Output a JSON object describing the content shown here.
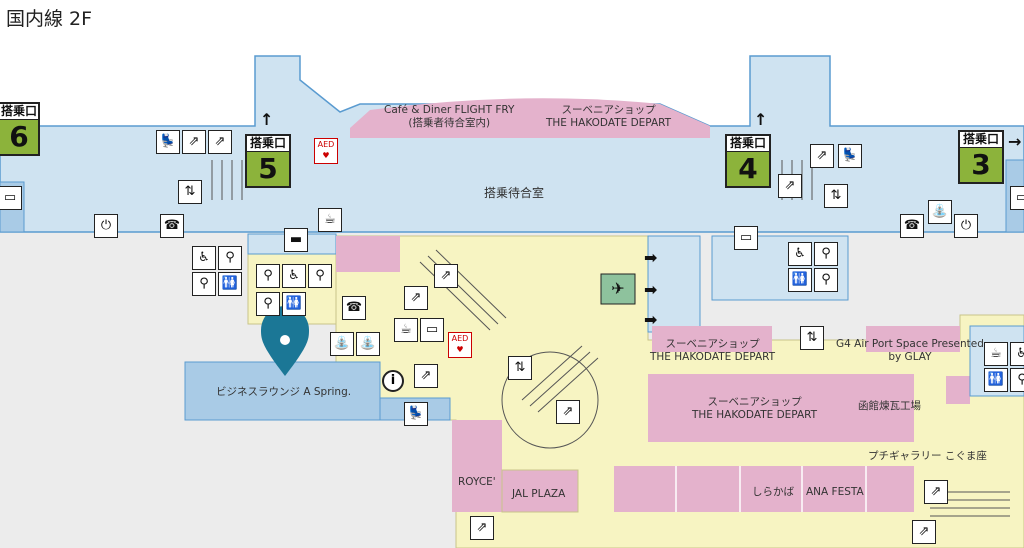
{
  "floor_title": "国内線 2F",
  "gates": [
    {
      "label": "搭乗口",
      "number": "6"
    },
    {
      "label": "搭乗口",
      "number": "5"
    },
    {
      "label": "搭乗口",
      "number": "4"
    },
    {
      "label": "搭乗口",
      "number": "3"
    }
  ],
  "labels": {
    "cafe_line1": "Café & Diner FLIGHT FRY",
    "cafe_line2": "(搭乗者待合室内)",
    "souvenir_top_line1": "スーベニアショップ",
    "souvenir_top_line2": "THE HAKODATE DEPART",
    "waiting_room": "搭乗待合室",
    "lounge": "ビジネスラウンジ A Spring.",
    "souvenir_mid_line1": "スーベニアショップ",
    "souvenir_mid_line2": "THE HAKODATE DEPART",
    "souvenir_main_line1": "スーベニアショップ",
    "souvenir_main_line2": "THE HAKODATE DEPART",
    "g4_line1": "G4 Air Port Space Presented",
    "g4_line2": "by GLAY",
    "brick": "函館煉瓦工場",
    "gallery": "プチギャラリー こぐま座",
    "royce": "ROYCE'",
    "jal_plaza": "JAL PLAZA",
    "shirakaba": "しらかば",
    "ana_festa": "ANA FESTA",
    "aed": "AED"
  },
  "icons": {
    "massage": "massage-chair-icon",
    "escalator": "escalator-icon",
    "elevator": "elevator-icon",
    "phone": "phone-icon",
    "power": "power-outlet-icon",
    "computer": "computer-icon",
    "restroom": "restroom-icon",
    "accessible": "wheelchair-icon",
    "info": "information-icon",
    "departure": "departure-icon",
    "smoking": "smoking-room-icon",
    "water": "water-fountain-icon",
    "pin": "location-pin-icon"
  },
  "colors": {
    "waiting_area": "#cfe3f1",
    "waiting_border": "#5a9bd0",
    "shop": "#e4b2cc",
    "public": "#f7f4c2",
    "corridor": "#ececec",
    "gate_green": "#8cb33b",
    "pin": "#1b7796",
    "departure_board": "#8ec29d"
  }
}
